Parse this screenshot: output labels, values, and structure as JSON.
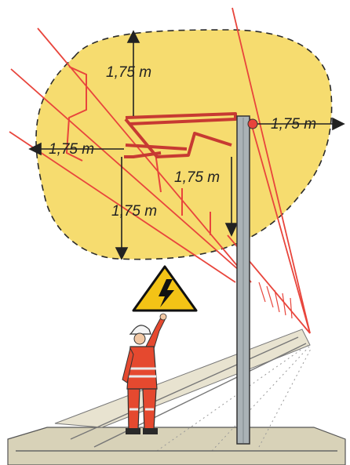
{
  "labels": {
    "top": "1,75 m",
    "right": "1,75 m",
    "left": "1,75 m",
    "center": "1,75 m",
    "bottom": "1,75 m"
  },
  "colors": {
    "danger_zone": "#f6dc6f",
    "catenary": "#e8453c",
    "mast": "#9aa3a8",
    "warning_sign": "#f3c316",
    "worker": "#e5492f",
    "ground": "#c9c3a8"
  },
  "icons": {
    "warning": "high-voltage-warning-icon",
    "worker": "railway-worker-figure"
  }
}
